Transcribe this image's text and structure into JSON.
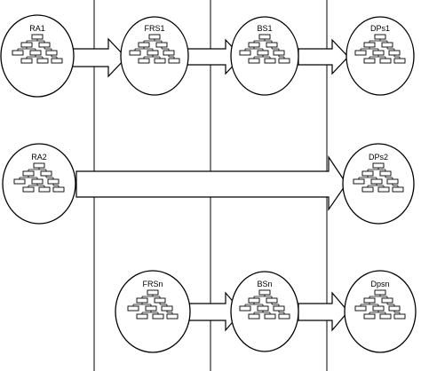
{
  "nodes": {
    "ra1": "RA1",
    "frs1": "FRS1",
    "bs1": "BS1",
    "dps1": "DPs1",
    "ra2": "RA2",
    "dps2": "DPs2",
    "frsn": "FRSn",
    "bsn": "BSn",
    "dpsn": "Dpsn"
  },
  "colors": {
    "line": "#000000",
    "fill": "#ffffff"
  }
}
